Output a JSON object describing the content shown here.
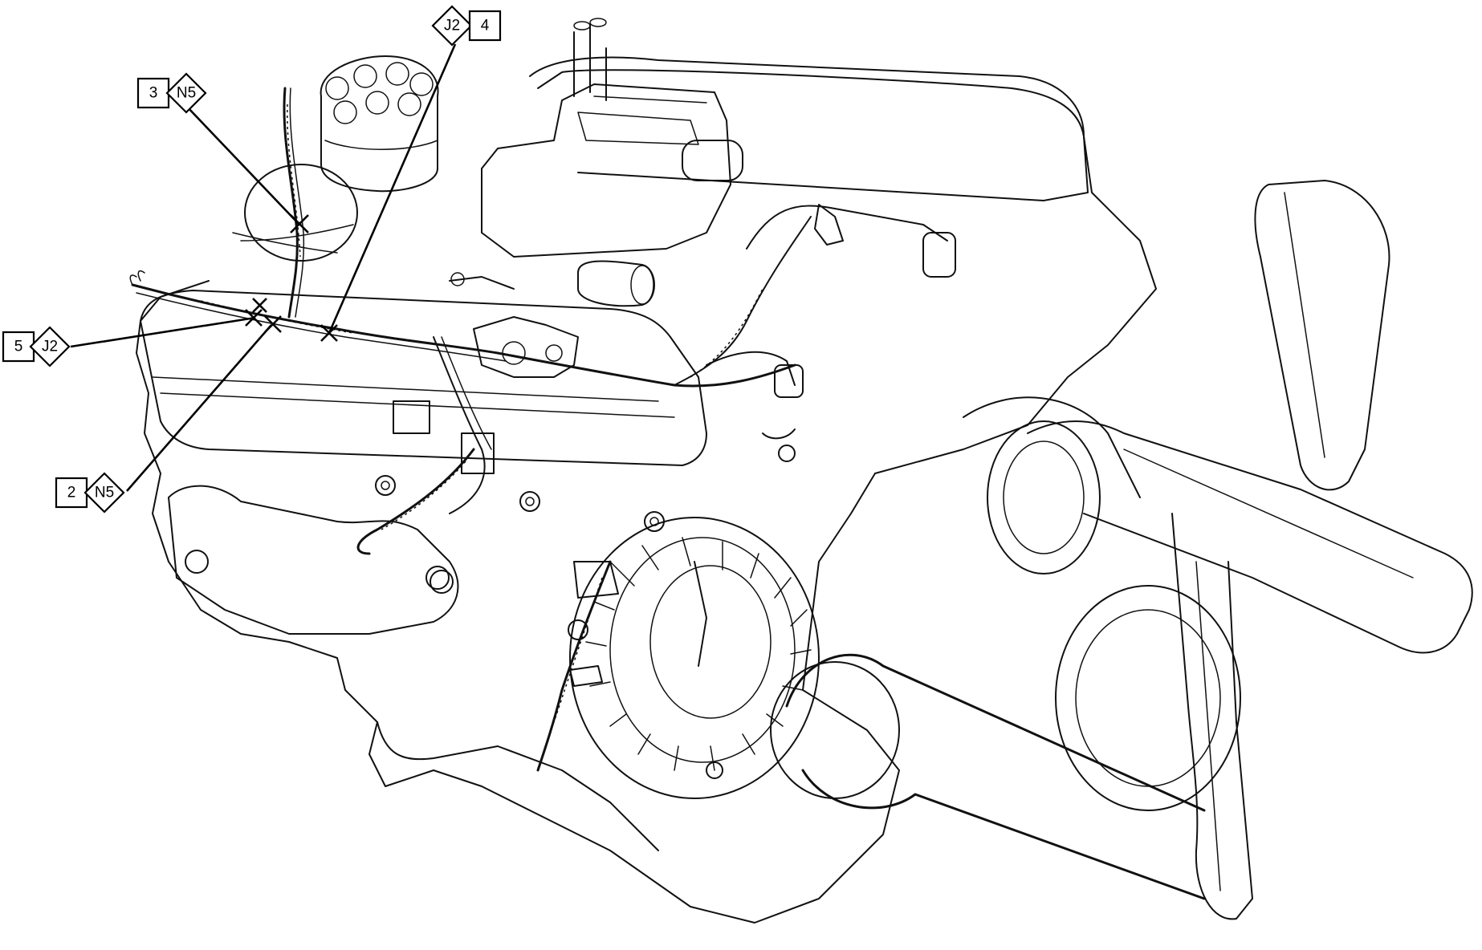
{
  "diagram": {
    "subject": "engine-wiring-harness-routing",
    "callouts": [
      {
        "id": "callout-3-n5",
        "number": "3",
        "code": "N5",
        "code_shape": "diamond"
      },
      {
        "id": "callout-j2-4",
        "number": "4",
        "code": "J2",
        "code_shape": "diamond"
      },
      {
        "id": "callout-5-j2",
        "number": "5",
        "code": "J2",
        "code_shape": "diamond"
      },
      {
        "id": "callout-2-n5",
        "number": "2",
        "code": "N5",
        "code_shape": "diamond"
      }
    ],
    "colors": {
      "ink": "#111111",
      "background": "#ffffff"
    }
  }
}
